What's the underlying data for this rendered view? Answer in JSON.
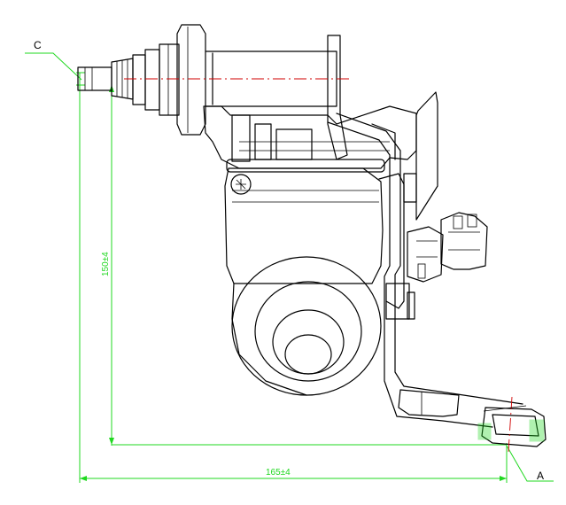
{
  "labels": {
    "point_c": "C",
    "point_a": "A",
    "dim_horizontal": "165±4",
    "dim_vertical": "150±4"
  },
  "colors": {
    "outline": "#000000",
    "dimension": "#1fd81f",
    "centerline": "#d00000"
  }
}
